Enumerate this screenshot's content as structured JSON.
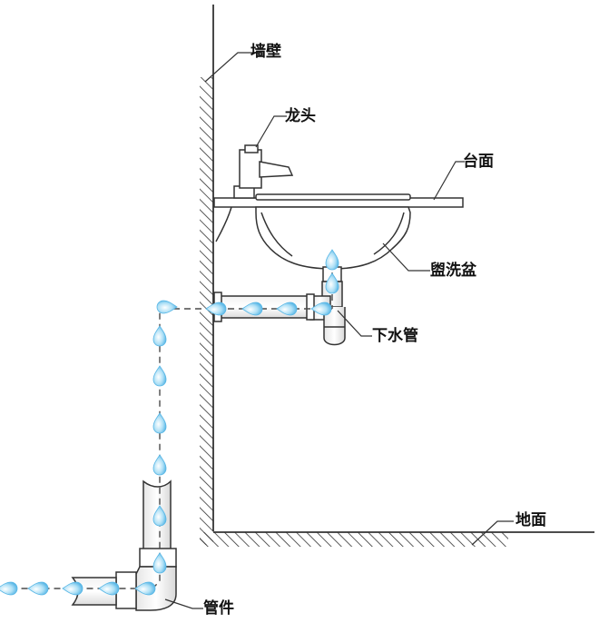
{
  "labels": {
    "wall": "墙壁",
    "faucet": "龙头",
    "countertop": "台面",
    "basin": "盥洗盆",
    "drain_pipe": "下水管",
    "floor": "地面",
    "fitting": "管件"
  },
  "colors": {
    "line": "#333333",
    "water_drop": "#6fc3ec",
    "water_drop_light": "#cfeefb",
    "flow_dash": "#4a4a4a"
  },
  "icons": [
    "water-drop-icon",
    "wall-hatch",
    "floor-hatch"
  ]
}
